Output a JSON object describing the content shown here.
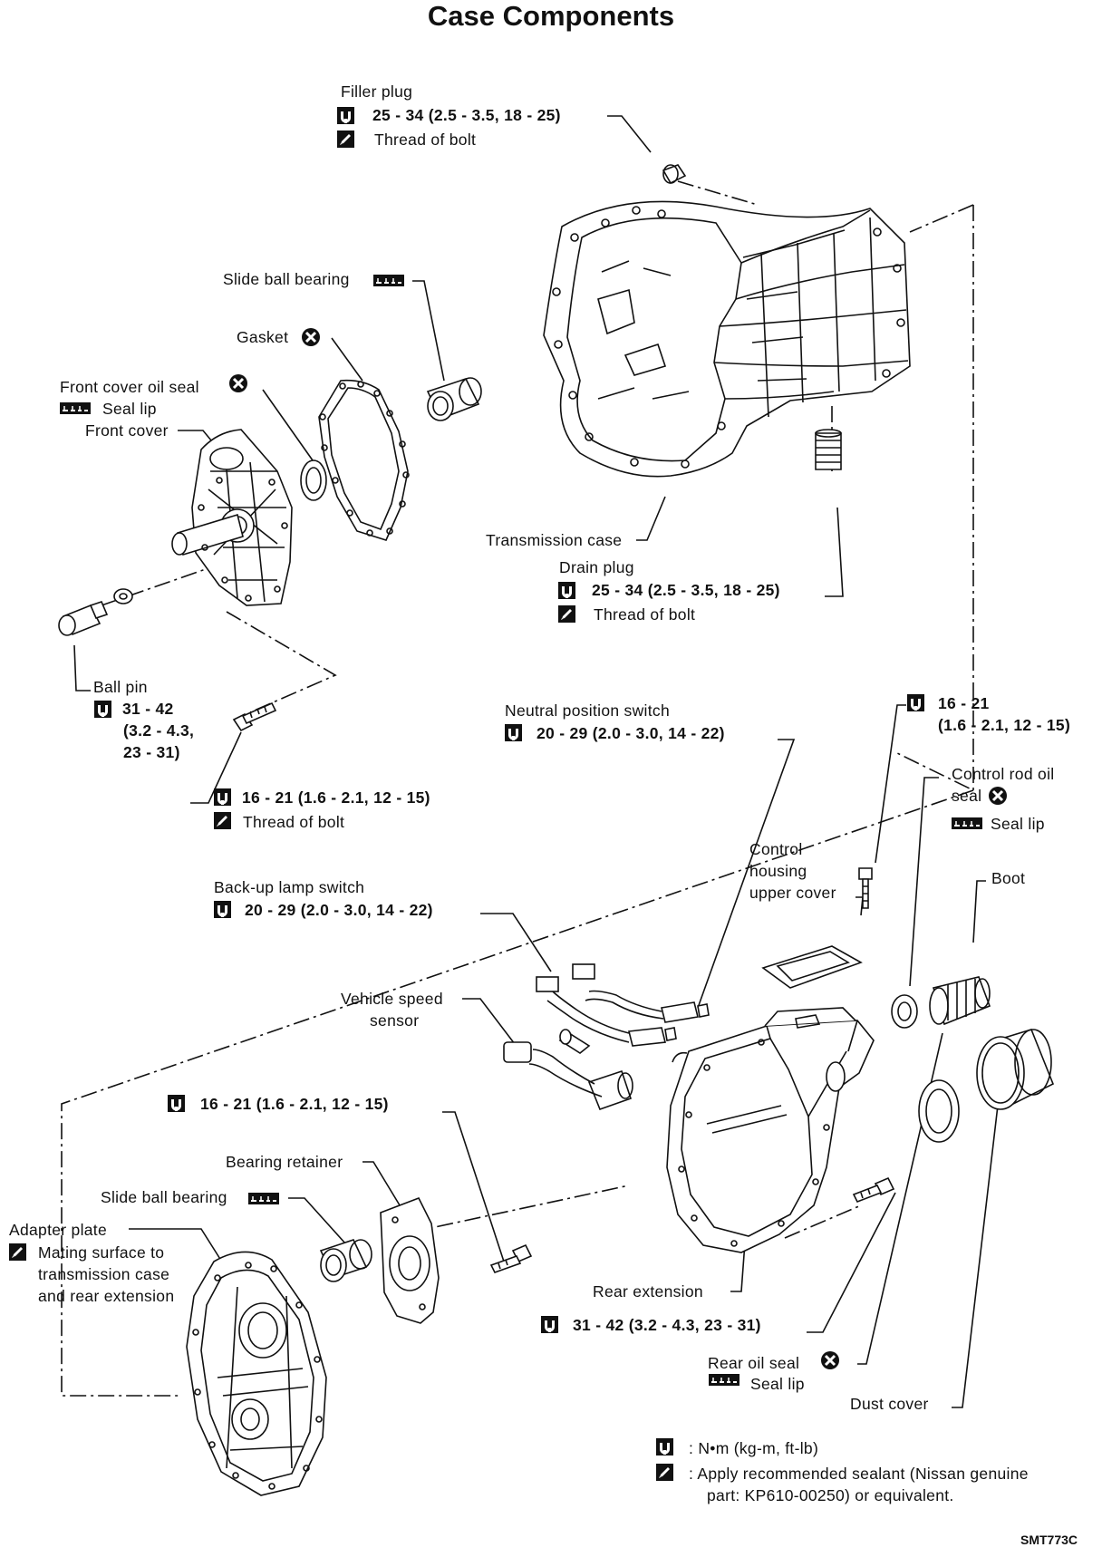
{
  "title": "Case Components",
  "figure_code": "SMT773C",
  "filler_plug": {
    "name": "Filler plug",
    "torque": "25 - 34 (2.5 - 3.5, 18 - 25)",
    "note": "Thread of bolt"
  },
  "slide_ball_bearing_top": {
    "name": "Slide ball bearing"
  },
  "gasket": {
    "name": "Gasket"
  },
  "front_cover_oil_seal": {
    "name": "Front cover oil seal",
    "note": "Seal lip"
  },
  "front_cover": {
    "name": "Front cover"
  },
  "transmission_case": {
    "name": "Transmission case"
  },
  "drain_plug": {
    "name": "Drain plug",
    "torque": "25 - 34 (2.5 - 3.5, 18 - 25)",
    "note": "Thread of bolt"
  },
  "ball_pin": {
    "name": "Ball pin",
    "torque_l1": "31 - 42",
    "torque_l2": "(3.2 - 4.3,",
    "torque_l3": "23 - 31)"
  },
  "front_cover_bolt": {
    "torque": "16 - 21 (1.6 - 2.1, 12 - 15)",
    "note": "Thread of bolt"
  },
  "neutral_position_switch": {
    "name": "Neutral position switch",
    "torque": "20 - 29 (2.0 - 3.0, 14 - 22)"
  },
  "upper_cover_bolt": {
    "torque_l1": "16 - 21",
    "torque_l2": "(1.6 - 2.1, 12 - 15)"
  },
  "control_rod_oil_seal": {
    "name_l1": "Control rod oil",
    "name_l2": "seal",
    "note": "Seal lip"
  },
  "control_housing_upper_cover": {
    "name_l1": "Control",
    "name_l2": "housing",
    "name_l3": "upper cover"
  },
  "boot": {
    "name": "Boot"
  },
  "back_up_lamp_switch": {
    "name": "Back-up lamp switch",
    "torque": "20 - 29 (2.0 - 3.0, 14 - 22)"
  },
  "vehicle_speed_sensor": {
    "name_l1": "Vehicle speed",
    "name_l2": "sensor"
  },
  "bearing_retainer_bolt": {
    "torque": "16 - 21 (1.6 - 2.1, 12 - 15)"
  },
  "bearing_retainer": {
    "name": "Bearing retainer"
  },
  "slide_ball_bearing_bottom": {
    "name": "Slide ball bearing"
  },
  "adapter_plate": {
    "name": "Adapter plate",
    "note_l1": "Mating surface to",
    "note_l2": "transmission case",
    "note_l3": "and rear extension"
  },
  "rear_extension": {
    "name": "Rear extension",
    "torque": "31 - 42 (3.2 - 4.3, 23 - 31)"
  },
  "rear_oil_seal": {
    "name": "Rear oil seal",
    "note": "Seal lip"
  },
  "dust_cover": {
    "name": "Dust cover"
  },
  "legend": {
    "torque_unit": ": N•m (kg-m, ft-lb)",
    "sealant_l1": ": Apply recommended sealant (Nissan genuine",
    "sealant_l2": "part: KP610-00250) or equivalent."
  },
  "icons": [
    "torque-wrench-icon",
    "sealant-icon",
    "do-not-reuse-icon",
    "grease-icon"
  ]
}
